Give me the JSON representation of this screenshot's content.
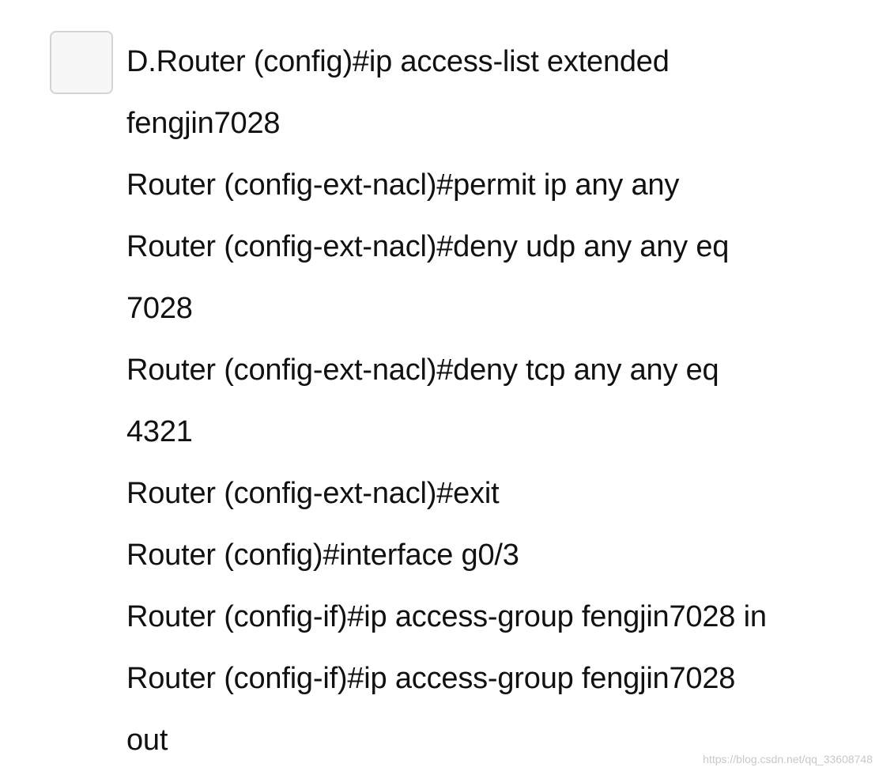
{
  "option": {
    "checked": false,
    "lines": [
      "D.Router (config)#ip access-list extended",
      "fengjin7028",
      "Router (config-ext-nacl)#permit ip any any",
      "Router (config-ext-nacl)#deny udp any any eq",
      "7028",
      "Router (config-ext-nacl)#deny tcp any any eq",
      "4321",
      "Router (config-ext-nacl)#exit",
      "Router (config)#interface g0/3",
      "Router (config-if)#ip access-group fengjin7028 in",
      "Router (config-if)#ip access-group fengjin7028",
      "out"
    ]
  },
  "watermark": "https://blog.csdn.net/qq_33608748"
}
